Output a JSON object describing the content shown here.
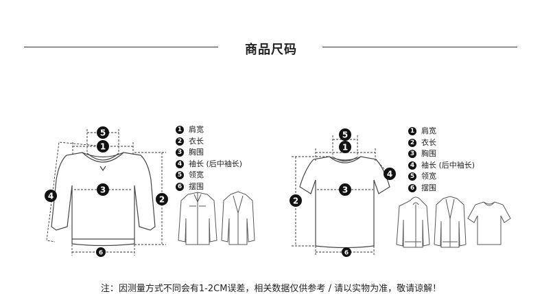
{
  "header": {
    "title": "商品尺码"
  },
  "legend": {
    "items": [
      {
        "num": "1",
        "label": "肩宽"
      },
      {
        "num": "2",
        "label": "衣长"
      },
      {
        "num": "3",
        "label": "胸围"
      },
      {
        "num": "4",
        "label": "袖长 (后中袖长)"
      },
      {
        "num": "5",
        "label": "领宽"
      },
      {
        "num": "6",
        "label": "摆围"
      }
    ]
  },
  "footer": {
    "note": "注：因测量方式不同会有1-2CM误差，相关数据仅供参考 / 请以实物为准，敬请谅解！"
  },
  "colors": {
    "line": "#333333",
    "badge": "#111111",
    "sketch": "#444444"
  }
}
